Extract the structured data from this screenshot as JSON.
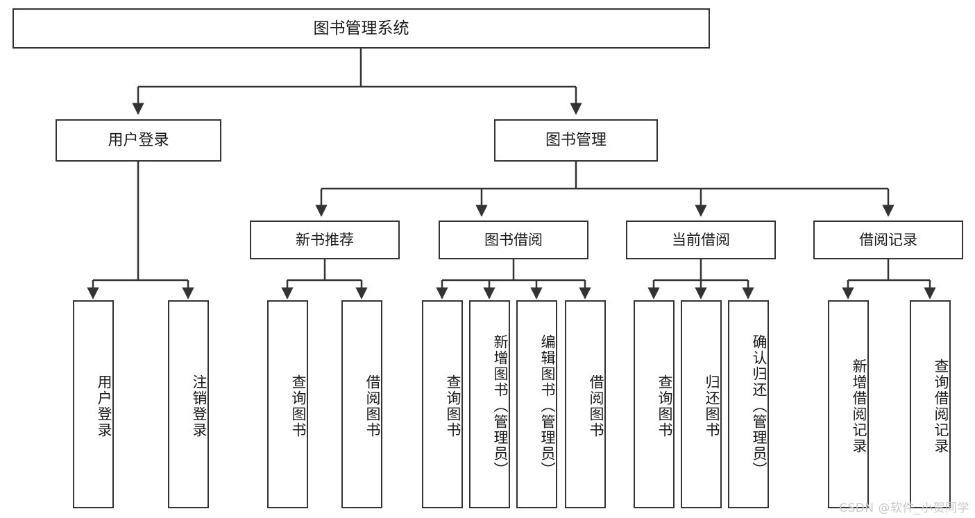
{
  "diagram": {
    "title": "图书管理系统",
    "type": "tree-hierarchy",
    "watermark": "CSDN @软件_小贺同学",
    "colors": {
      "box_border": "#333333",
      "box_fill": "#ffffff",
      "edge": "#333333",
      "text": "#1a1a1a",
      "watermark": "#c9c9c9",
      "background": "#ffffff"
    }
  },
  "nodes": {
    "root": {
      "label": "图书管理系统"
    },
    "level1": [
      {
        "id": "user-login",
        "label": "用户登录"
      },
      {
        "id": "book-manage",
        "label": "图书管理"
      }
    ],
    "level2": [
      {
        "id": "new-book-recommend",
        "label": "新书推荐"
      },
      {
        "id": "book-borrow",
        "label": "图书借阅"
      },
      {
        "id": "current-borrow",
        "label": "当前借阅"
      },
      {
        "id": "borrow-record",
        "label": "借阅记录"
      }
    ],
    "leaves": {
      "user-login": [
        {
          "id": "login",
          "label": "用户登录"
        },
        {
          "id": "logout",
          "label": "注销登录"
        }
      ],
      "new-book-recommend": [
        {
          "id": "query-book-1",
          "label": "查询图书"
        },
        {
          "id": "borrow-book-1",
          "label": "借阅图书"
        }
      ],
      "book-borrow": [
        {
          "id": "query-book-2",
          "label": "查询图书"
        },
        {
          "id": "add-book",
          "label": "新增图书（管理员）"
        },
        {
          "id": "edit-book",
          "label": "编辑图书（管理员）"
        },
        {
          "id": "borrow-book-2",
          "label": "借阅图书"
        }
      ],
      "current-borrow": [
        {
          "id": "query-book-3",
          "label": "查询图书"
        },
        {
          "id": "return-book",
          "label": "归还图书"
        },
        {
          "id": "confirm-return",
          "label": "确认归还（管理员）"
        }
      ],
      "borrow-record": [
        {
          "id": "add-record",
          "label": "新增借阅记录"
        },
        {
          "id": "query-record",
          "label": "查询借阅记录"
        }
      ]
    }
  }
}
